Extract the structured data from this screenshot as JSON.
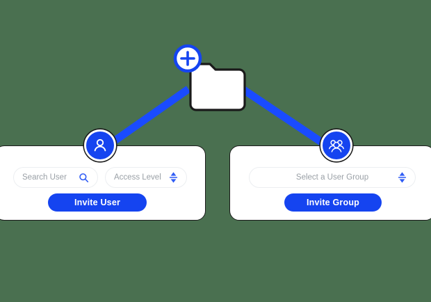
{
  "theme": {
    "background": "#4a7050",
    "accent_blue": "#1544f0",
    "connector_blue": "#1a4bff",
    "outline": "#1a1a1a",
    "placeholder_text": "#9aa0a6",
    "field_border": "#eceef1",
    "card_background": "#ffffff",
    "button_text": "#ffffff"
  },
  "diagram": {
    "root": {
      "icon": "folder-add-icon",
      "badge_icon": "plus-badge-icon"
    },
    "connectors": [
      {
        "name": "connector-folder-to-user",
        "from": "folder",
        "to": "user-card"
      },
      {
        "name": "connector-folder-to-group",
        "from": "folder",
        "to": "group-card"
      }
    ]
  },
  "user_card": {
    "avatar_icon": "single-user-icon",
    "search_field": {
      "placeholder": "Search User",
      "icon": "search-icon"
    },
    "access_field": {
      "placeholder": "Access Level",
      "icon": "stepper-updown-icon"
    },
    "button_label": "Invite User"
  },
  "group_card": {
    "avatar_icon": "user-group-icon",
    "select_field": {
      "placeholder": "Select a User Group",
      "icon": "stepper-updown-icon"
    },
    "button_label": "Invite Group"
  }
}
